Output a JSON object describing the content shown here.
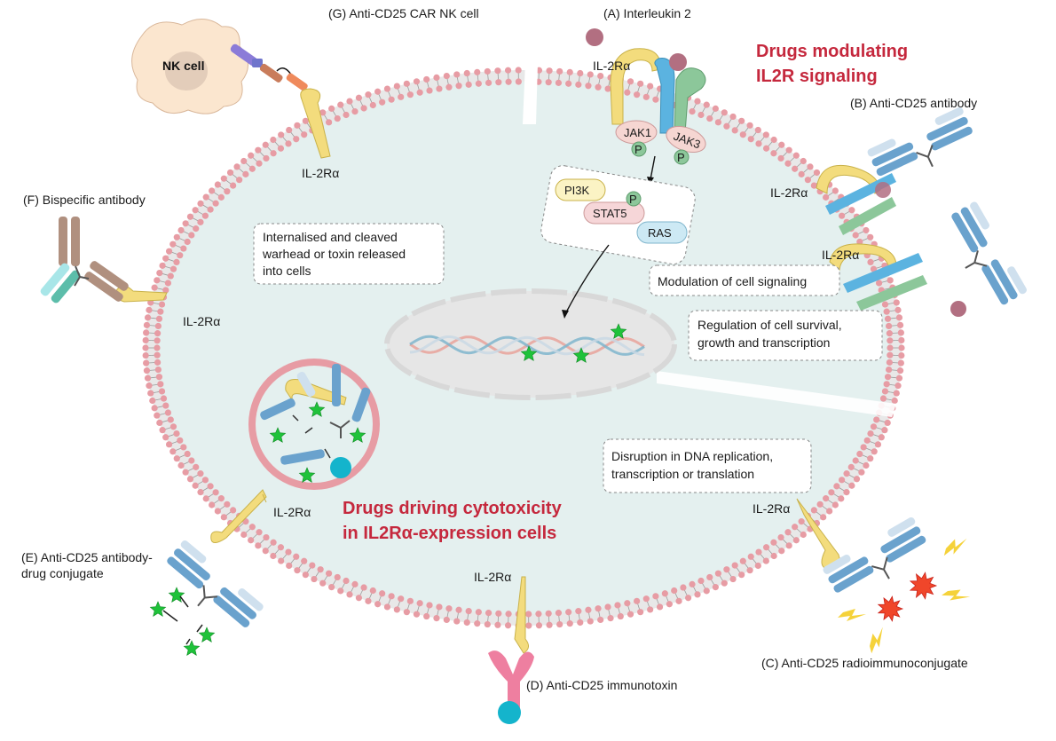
{
  "colors": {
    "title_red": "#c5283d",
    "membrane_head": "#e79ca4",
    "membrane_tail": "#9a9a9a",
    "cytoplasm": "#e4f0ef",
    "nucleus": "#e8e8e8",
    "receptor_yellow": "#f3dc7d",
    "antibody_blue": "#6aa2cd",
    "antibody_light": "#cfe0ee",
    "star_green": "#1fc23a",
    "toxin_cyan": "#14b4cc",
    "il2_mauve": "#b26f81"
  },
  "titles": {
    "modulating_line1": "Drugs modulating",
    "modulating_line2": "IL2R signaling",
    "cytotoxicity_line1": "Drugs driving cytotoxicity",
    "cytotoxicity_line2": "in IL2Rα-expression cells"
  },
  "labels": {
    "a": "(A) Interleukin 2",
    "b": "(B) Anti-CD25 antibody",
    "c": "(C) Anti-CD25 radioimmunoconjugate",
    "d": "(D) Anti-CD25 immunotoxin",
    "e_line1": "(E) Anti-CD25 antibody-",
    "e_line2": "drug conjugate",
    "f": "(F) Bispecific antibody",
    "g": "(G) Anti-CD25 CAR NK cell",
    "nk": "NK cell",
    "receptor": "IL-2Rα"
  },
  "molecules": {
    "jak1": "JAK1",
    "jak3": "JAK3",
    "p": "P",
    "pi3k": "PI3K",
    "stat5": "STAT5",
    "ras": "RAS"
  },
  "boxes": {
    "internalised": [
      "Internalised and  cleaved",
      "warhead or toxin released",
      "into cells"
    ],
    "modulation": [
      "Modulation of cell signaling"
    ],
    "regulation": [
      "Regulation of cell survival,",
      "growth and transcription"
    ],
    "disruption": [
      "Disruption in DNA replication,",
      "transcription or translation"
    ]
  }
}
